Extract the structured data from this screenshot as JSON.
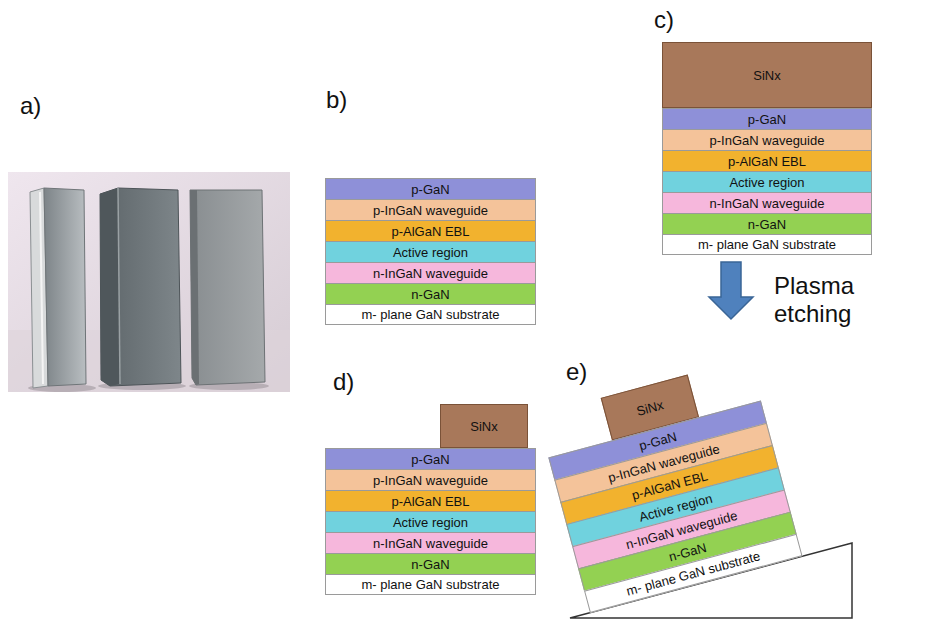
{
  "diagram": {
    "nodes": [
      {
        "text": [
          "p-GaN"
        ]
      },
      {
        "text": [
          "p-InGaN waveguide"
        ]
      },
      {
        "text": [
          "p-AlGaN EBL"
        ]
      },
      {
        "text": [
          "Active region"
        ]
      },
      {
        "text": [
          "n-InGaN waveguide"
        ]
      },
      {
        "text": [
          "n-GaN"
        ]
      },
      {
        "text": [
          "m- plane GaN substrate"
        ]
      },
      {
        "text": [
          "SiNx"
        ]
      },
      {
        "text": [
          "p-GaN"
        ]
      },
      {
        "text": [
          "p-InGaN waveguide"
        ]
      },
      {
        "text": [
          "p-AlGaN EBL"
        ]
      },
      {
        "text": [
          "Active region"
        ]
      },
      {
        "text": [
          "n-InGaN waveguide"
        ]
      },
      {
        "text": [
          "n-GaN"
        ]
      },
      {
        "text": [
          "m- plane GaN substrate"
        ]
      },
      {
        "text": [
          "SiNx"
        ]
      },
      {
        "text": [
          "p-GaN"
        ]
      },
      {
        "text": [
          "p-InGaN waveguide"
        ]
      },
      {
        "text": [
          "p-AlGaN EBL"
        ]
      },
      {
        "text": [
          "Active region"
        ]
      },
      {
        "text": [
          "n-InGaN waveguide"
        ]
      },
      {
        "text": [
          "n-GaN"
        ]
      },
      {
        "text": [
          "m- plane GaN substrate"
        ]
      },
      {
        "text": [
          "SiNx"
        ]
      },
      {
        "text": [
          "p-GaN"
        ]
      },
      {
        "text": [
          "p-InGaN waveguide"
        ]
      },
      {
        "text": [
          "p-AlGaN EBL"
        ]
      },
      {
        "text": [
          "Active region"
        ]
      },
      {
        "text": [
          "n-InGaN waveguide"
        ]
      },
      {
        "text": [
          "n-GaN"
        ]
      },
      {
        "text": [
          "m- plane GaN substrate"
        ]
      }
    ],
    "labels": [
      "a)",
      "b)",
      "c)",
      "d)",
      "e)",
      "Plasma etching"
    ]
  }
}
